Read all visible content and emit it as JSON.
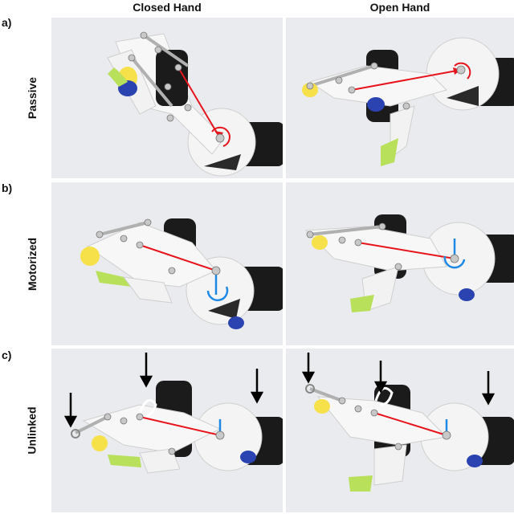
{
  "columns": {
    "closed": "Closed Hand",
    "open": "Open Hand"
  },
  "rows": [
    {
      "letter": "a)",
      "label": "Passive"
    },
    {
      "letter": "b)",
      "label": "Motorized"
    },
    {
      "letter": "c)",
      "label": "Unlinked"
    }
  ],
  "colors": {
    "background": "#e9ebee",
    "tendon": "#e8141c",
    "motor_arrow": "#1e88e5",
    "fingertip": "#b8e05a",
    "fingertip2": "#e3e24a"
  }
}
